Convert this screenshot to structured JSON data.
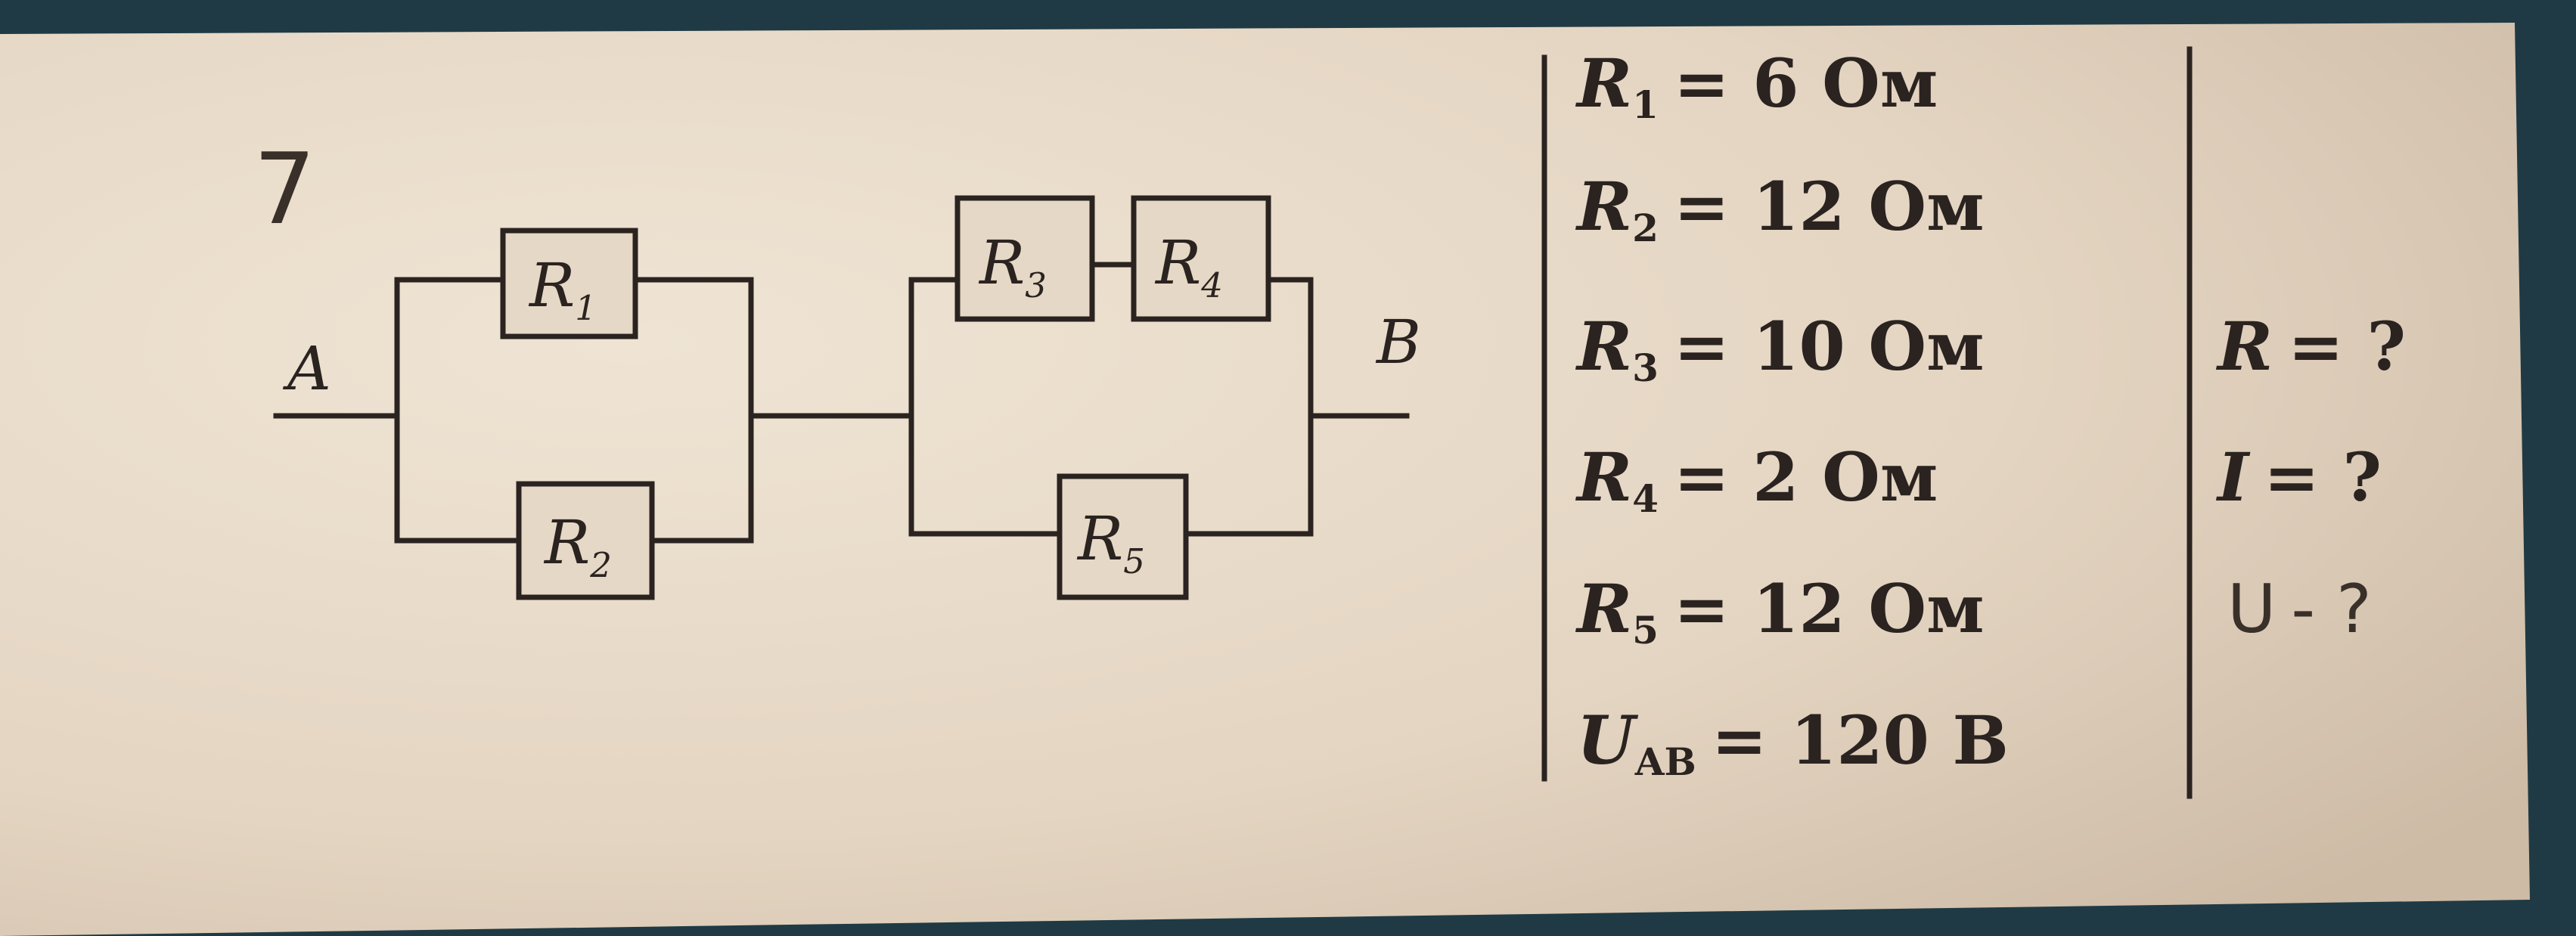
{
  "problem_number": "7",
  "circuit": {
    "node_a": "A",
    "node_b": "B",
    "resistors": [
      {
        "letter": "R",
        "sub": "1"
      },
      {
        "letter": "R",
        "sub": "2"
      },
      {
        "letter": "R",
        "sub": "3"
      },
      {
        "letter": "R",
        "sub": "4"
      },
      {
        "letter": "R",
        "sub": "5"
      }
    ]
  },
  "given": [
    {
      "symbol": "R",
      "sub": "1",
      "value": "= 6 Ом"
    },
    {
      "symbol": "R",
      "sub": "2",
      "value": "= 12 Ом"
    },
    {
      "symbol": "R",
      "sub": "3",
      "value": "= 10 Ом"
    },
    {
      "symbol": "R",
      "sub": "4",
      "value": "= 2 Ом"
    },
    {
      "symbol": "R",
      "sub": "5",
      "value": "= 12 Ом"
    },
    {
      "symbol": "U",
      "sub": "AB",
      "value": "= 120 В"
    }
  ],
  "find": [
    {
      "symbol": "R",
      "value": "= ?"
    },
    {
      "symbol": "I",
      "value": "= ?"
    },
    {
      "symbol": "U",
      "value": "- ?"
    }
  ],
  "colors": {
    "paper": "#e8dccb",
    "ink": "#2a2320",
    "background": "#1f3a44"
  }
}
